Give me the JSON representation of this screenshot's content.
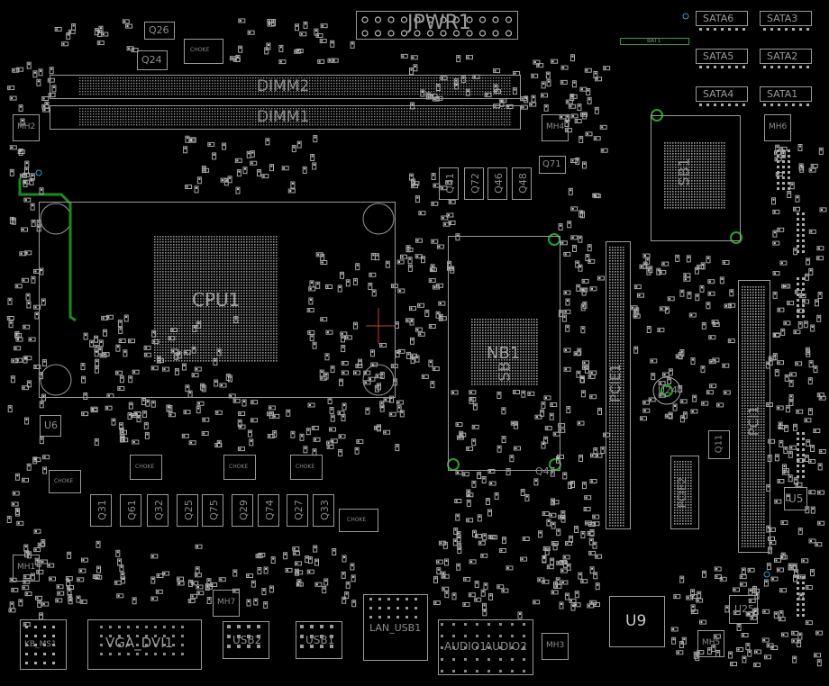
{
  "board_labels": {
    "cpu": "CPU1",
    "dimm2": "DIMM2",
    "dimm1": "DIMM1",
    "jpwr": "JPWR1",
    "nb": "NB1",
    "sb": "SB1",
    "sb_nb": "SB",
    "pcie1": "PCIE1",
    "pcie2": "PCIE2",
    "pci1": "PCI1",
    "u9": "U9",
    "u25": "U25",
    "u24": "U24",
    "u5": "U5",
    "u6": "U6",
    "q11": "Q11",
    "q47": "Q47",
    "q71": "Q71",
    "q26": "Q26",
    "q24": "Q24",
    "bat": "BAT1",
    "vga": "VGA_DVI1",
    "usb2": "USB2",
    "usb1": "USB1",
    "lan": "LAN_USB1",
    "audio1": "AUDIO1",
    "audio2": "AUDIO2",
    "kb": "KB_MS1",
    "choke": "CHOKE"
  },
  "sata_ports": [
    "SATA6",
    "SATA3",
    "SATA5",
    "SATA2",
    "SATA4",
    "SATA1"
  ],
  "mosfets_upper": [
    "Q41",
    "Q72",
    "Q46",
    "Q48"
  ],
  "mosfets_lower": [
    "Q31",
    "Q61",
    "Q32",
    "Q25",
    "Q75",
    "Q29",
    "Q74",
    "Q27",
    "Q33"
  ],
  "mh_holes": [
    "MH1",
    "MH2",
    "MH3",
    "MH4",
    "MH5",
    "MH6",
    "MH7"
  ],
  "colors": {
    "background": "#000000",
    "silkscreen": "#b0b0b0",
    "trace": "#1e8a1e",
    "via": "#2e9e2e"
  }
}
